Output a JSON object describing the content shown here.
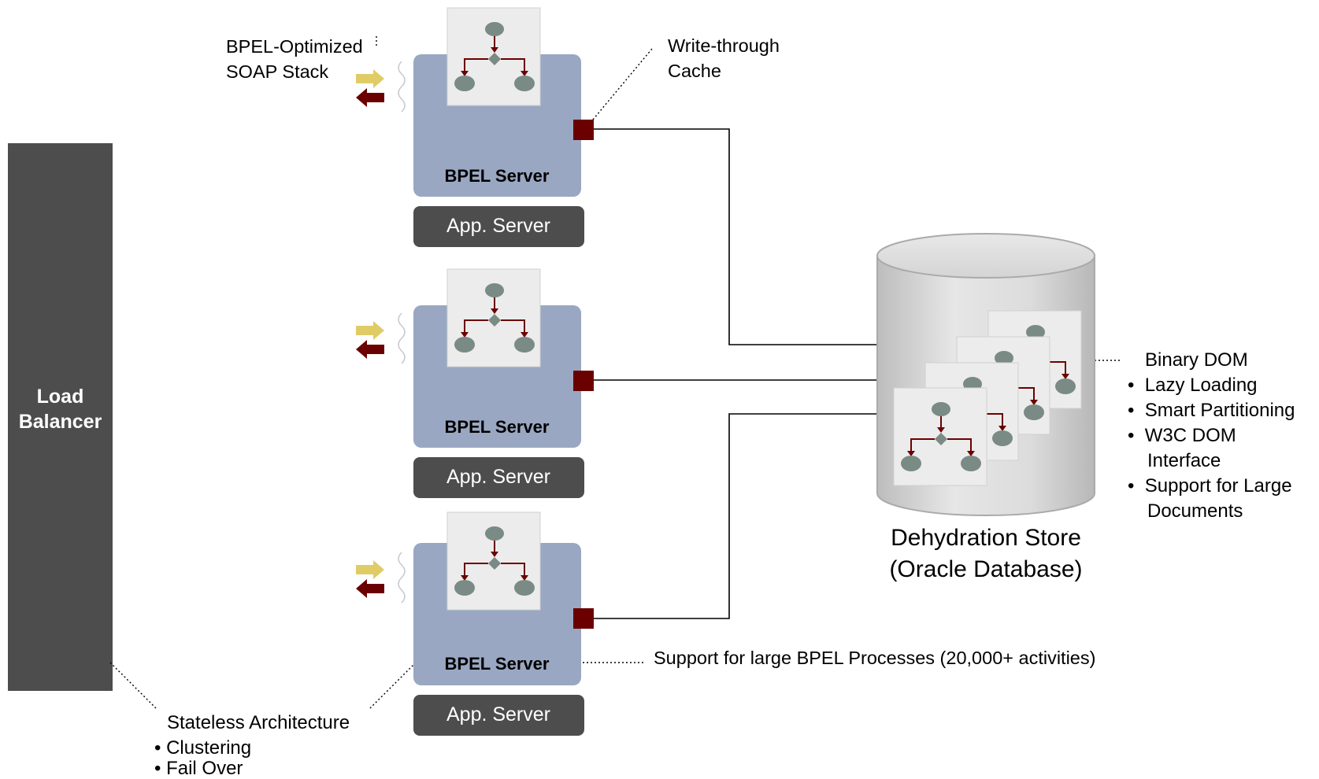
{
  "load_balancer": {
    "label_line1": "Load",
    "label_line2": "Balancer"
  },
  "servers": [
    {
      "bpel_label": "BPEL Server",
      "app_label": "App. Server"
    },
    {
      "bpel_label": "BPEL Server",
      "app_label": "App. Server"
    },
    {
      "bpel_label": "BPEL Server",
      "app_label": "App. Server"
    }
  ],
  "annotations": {
    "soap_stack_line1": "BPEL-Optimized",
    "soap_stack_line2": "SOAP Stack",
    "cache_line1": "Write-through",
    "cache_line2": "Cache",
    "large_processes": "Support for large BPEL Processes (20,000+ activities)"
  },
  "stateless": {
    "title": "Stateless Architecture",
    "items": [
      "Clustering",
      "Fail Over"
    ]
  },
  "binary_dom": {
    "title": "Binary DOM",
    "items": [
      "Lazy Loading",
      "Smart Partitioning",
      "W3C DOM",
      "Interface",
      "Support for Large",
      "Documents"
    ]
  },
  "database": {
    "label_line1": "Dehydration Store",
    "label_line2": "(Oracle Database)"
  },
  "colors": {
    "load_balancer": "#4d4d4d",
    "bpel_server": "#9aa7c2",
    "app_server": "#4d4d4d",
    "cache_square": "#6b0000",
    "arrow_in": "#e0cc66",
    "arrow_out": "#6b0000",
    "process_node": "#7a8a84"
  }
}
